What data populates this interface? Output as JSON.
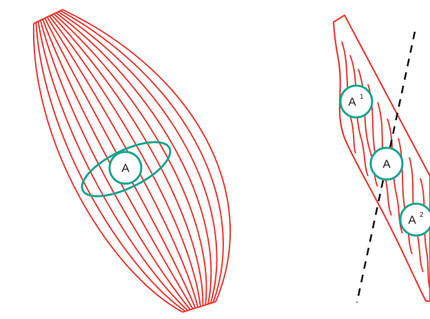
{
  "colors": {
    "fiber": "#e8362f",
    "marker": "#14a38f",
    "axis_line": "#111111",
    "background": "#ffffff"
  },
  "left_muscle": {
    "fiber_count": 14,
    "label": "A"
  },
  "right_muscle": {
    "labels": {
      "top": {
        "base": "A",
        "sup": "1"
      },
      "middle": {
        "base": "A",
        "sup": ""
      },
      "bottom": {
        "base": "A",
        "sup": "2"
      }
    }
  }
}
